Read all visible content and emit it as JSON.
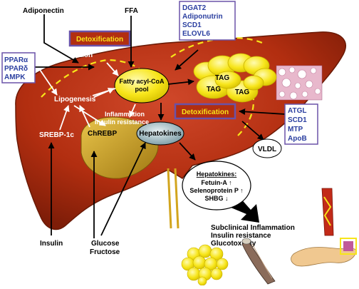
{
  "labels": {
    "adiponectin": "Adiponectin",
    "ffa": "FFA",
    "ppar_alpha": "PPARα",
    "ppar_delta": "PPARδ",
    "ampk": "AMPK",
    "detox_top": "Detoxification",
    "detox_mid": "Detoxification",
    "oxidation": "Oxidation",
    "lipogenesis": "Lipogenesis",
    "fatty_acyl_line1": "Fatty acyl-CoA",
    "fatty_acyl_line2": "pool",
    "inflammation": "Inflammation",
    "insulin_resistance_liver": "Insulin resistance",
    "srebp": "SREBP-1c",
    "chrebp": "ChREBP",
    "hepatokines": "Hepatokines",
    "tag1": "TAG",
    "tag2": "TAG",
    "tag3": "TAG",
    "vldl": "VLDL",
    "insulin": "Insulin",
    "glucose": "Glucose",
    "fructose": "Fructose",
    "outcome1": "Subclinical Inflammation",
    "outcome2": "Insulin resistance",
    "outcome3": "Glucotoxicity"
  },
  "gene_box_top": [
    "DGAT2",
    "Adiponutrin",
    "SCD1",
    "ELOVL6"
  ],
  "gene_box_right": [
    "ATGL",
    "SCD1",
    "MTP",
    "ApoB"
  ],
  "hepatokines_box": {
    "title": "Hepatokines:",
    "items": [
      {
        "name": "Fetuin-A",
        "arrow": "↑"
      },
      {
        "name": "Selenoprotein P",
        "arrow": "↑"
      },
      {
        "name": "SHBG",
        "arrow": "↓"
      }
    ]
  },
  "colors": {
    "liver": "#b22e10",
    "liver_dark": "#7e1d08",
    "liver_light": "#e0704a",
    "gallbladder": "#d2a51e",
    "yellow": "#f7e51a",
    "gene_text": "#2b3fa0",
    "box_border": "#6a52a8"
  }
}
